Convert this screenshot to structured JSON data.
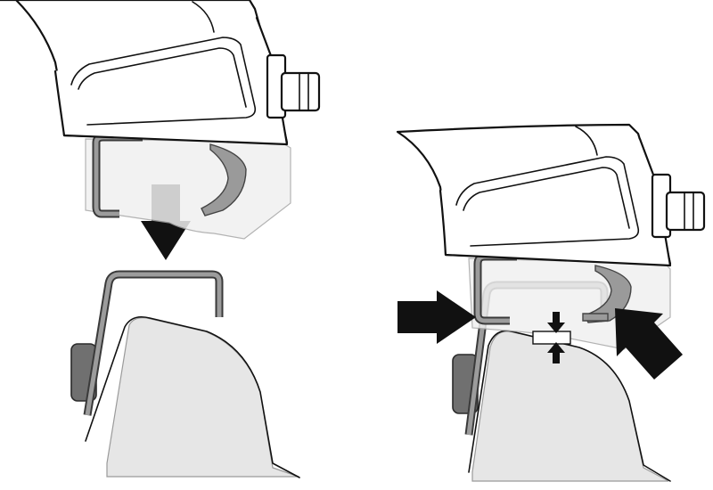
{
  "diagram": {
    "panels": [
      "before-attach",
      "after-attach"
    ],
    "arrows": {
      "panel1": [
        "down-arrow"
      ],
      "panel2": [
        "left-push-arrow",
        "right-push-arrow",
        "gap-arrow-top",
        "gap-arrow-bottom"
      ]
    },
    "colors": {
      "outline": "#111111",
      "bracket": "#3a3a3a",
      "bracket_fill": "#9c9c9c",
      "shade": "#e6e6e6",
      "arrow": "#111111"
    }
  }
}
